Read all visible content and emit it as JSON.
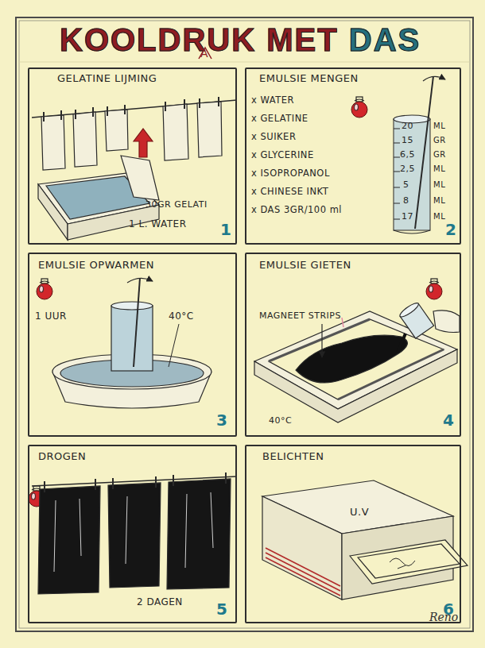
{
  "diagram": {
    "title": "KOOLDRUK MET DAS",
    "nodes": [
      {
        "text": [
          "GELATINE LIJMING",
          "30GR GELATI",
          "1 L. WATER",
          "1"
        ]
      },
      {
        "text": [
          "EMULSIE MENGEN",
          "x WATER",
          "x GELATINE",
          "x SUIKER",
          "x GLYCERINE",
          "x ISOPROPANOL",
          "x CHINESE INKT",
          "x DAS 3GR/100 ml",
          "20",
          "15",
          "6,5",
          "2,5",
          "5",
          "8",
          "17",
          "ML",
          "GR",
          "GR",
          "ML",
          "ML",
          "ML",
          "ML",
          "2"
        ]
      },
      {
        "text": [
          "EMULSIE OPWARMEN",
          "1 UUR",
          "40°C",
          "3"
        ]
      },
      {
        "text": [
          "EMULSIE GIETEN",
          "MAGNEET STRIPS",
          "40°C",
          "4"
        ]
      },
      {
        "text": [
          "DROGEN",
          "2 DAGEN",
          "5"
        ]
      },
      {
        "text": [
          "BELICHTEN",
          "U.V",
          "6"
        ]
      }
    ],
    "labels": [
      "A",
      "Reno"
    ]
  }
}
